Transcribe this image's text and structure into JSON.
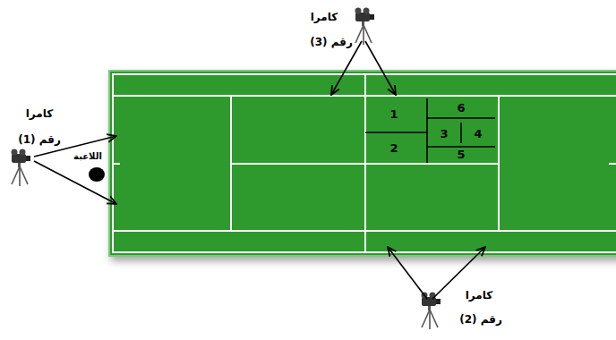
{
  "diagram": {
    "labels": [
      "كامرا",
      "رقم (3)",
      "كامرا",
      "رقم (1)",
      "اللاعبة",
      "1",
      "6",
      "3",
      "4",
      "2",
      "5",
      "كامرا",
      "رقم (2)"
    ]
  }
}
